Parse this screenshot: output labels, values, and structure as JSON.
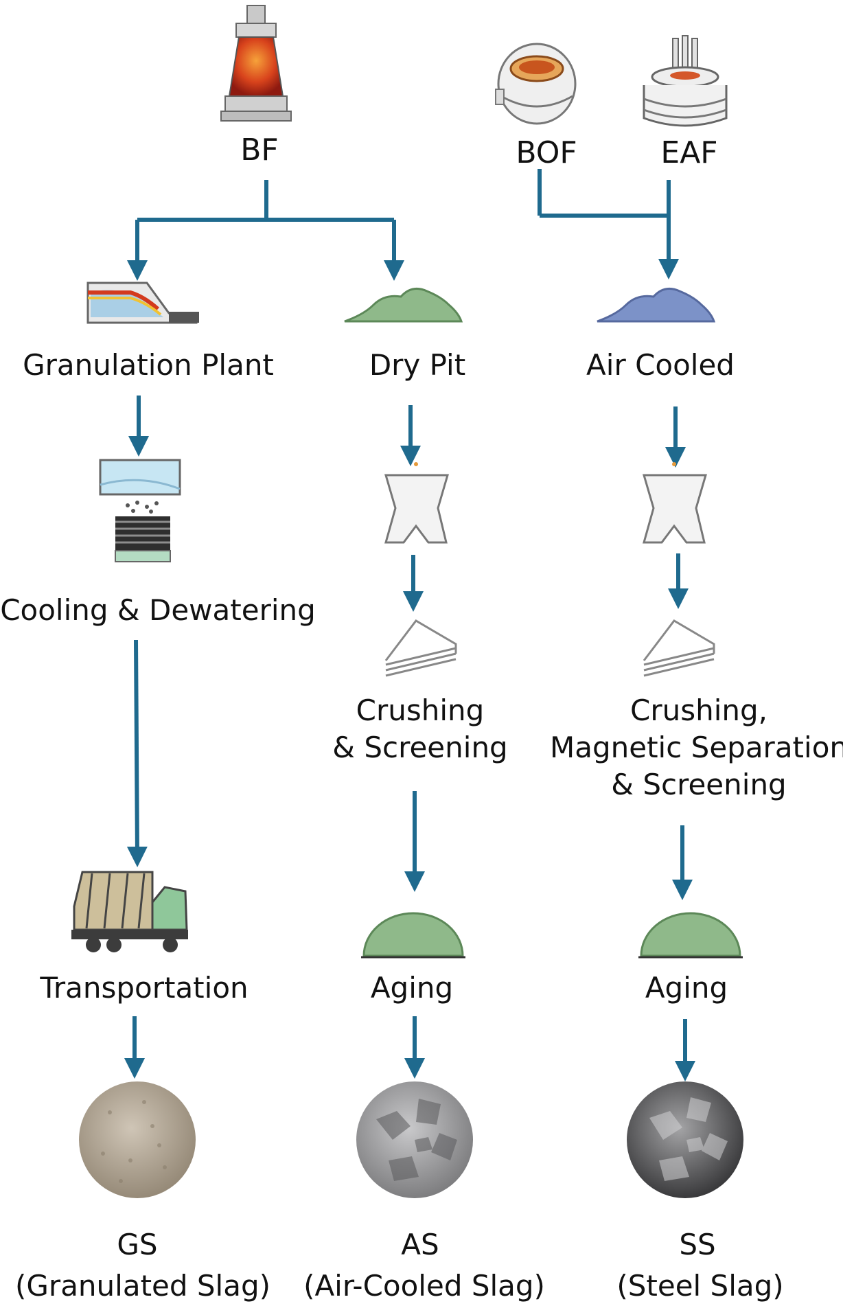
{
  "sources": {
    "bf": "BF",
    "bof": "BOF",
    "eaf": "EAF"
  },
  "left_column": {
    "step1": "Granulation Plant",
    "step2": "Cooling & Dewatering",
    "step3": "Transportation",
    "product_code": "GS",
    "product_name": "(Granulated  Slag)"
  },
  "middle_column": {
    "step1": "Dry  Pit",
    "step2_line1": "Crushing",
    "step2_line2": "& Screening",
    "step3": "Aging",
    "product_code": "AS",
    "product_name": "(Air-Cooled  Slag)"
  },
  "right_column": {
    "step1": "Air Cooled",
    "step2_line1": "Crushing,",
    "step2_line2": "Magnetic Separation",
    "step2_line3": "& Screening",
    "step3": "Aging",
    "product_code": "SS",
    "product_name": "(Steel  Slag)"
  },
  "colors": {
    "arrow": "#1f6a8e",
    "mound_green": "#8fb98a",
    "mound_blue": "#7c92c8",
    "slag_gs": "#b6aa98",
    "slag_as": "#a8a8aa",
    "slag_ss": "#7b7b7d"
  }
}
